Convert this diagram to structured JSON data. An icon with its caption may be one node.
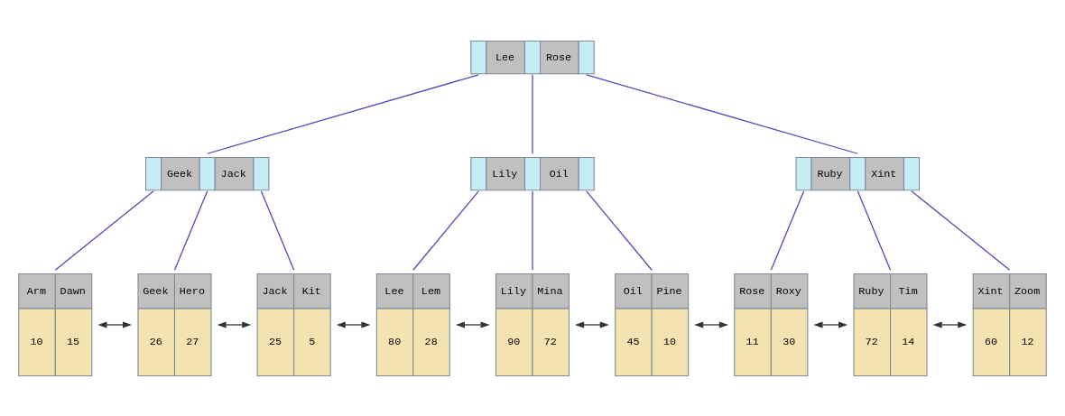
{
  "diagram": {
    "nodes": [
      {
        "text": [
          "Lee",
          "Rose"
        ]
      },
      {
        "text": [
          "Geek",
          "Jack"
        ]
      },
      {
        "text": [
          "Lily",
          "Oil"
        ]
      },
      {
        "text": [
          "Ruby",
          "Xint"
        ]
      },
      {
        "text": [
          "Arm",
          "Dawn",
          "10",
          "15"
        ]
      },
      {
        "text": [
          "Geek",
          "Hero",
          "26",
          "27"
        ]
      },
      {
        "text": [
          "Jack",
          "Kit",
          "25",
          "5"
        ]
      },
      {
        "text": [
          "Lee",
          "Lem",
          "80",
          "28"
        ]
      },
      {
        "text": [
          "Lily",
          "Mina",
          "90",
          "72"
        ]
      },
      {
        "text": [
          "Oil",
          "Pine",
          "45",
          "10"
        ]
      },
      {
        "text": [
          "Rose",
          "Roxy",
          "11",
          "30"
        ]
      },
      {
        "text": [
          "Ruby",
          "Tim",
          "72",
          "14"
        ]
      },
      {
        "text": [
          "Xint",
          "Zoom",
          "60",
          "12"
        ]
      }
    ],
    "edges": [
      {
        "from": 0,
        "to": 1,
        "arrow": "none"
      },
      {
        "from": 0,
        "to": 2,
        "arrow": "none"
      },
      {
        "from": 0,
        "to": 3,
        "arrow": "none"
      },
      {
        "from": 1,
        "to": 4,
        "arrow": "none"
      },
      {
        "from": 1,
        "to": 5,
        "arrow": "none"
      },
      {
        "from": 1,
        "to": 6,
        "arrow": "none"
      },
      {
        "from": 2,
        "to": 7,
        "arrow": "none"
      },
      {
        "from": 2,
        "to": 8,
        "arrow": "none"
      },
      {
        "from": 2,
        "to": 9,
        "arrow": "none"
      },
      {
        "from": 3,
        "to": 10,
        "arrow": "none"
      },
      {
        "from": 3,
        "to": 11,
        "arrow": "none"
      },
      {
        "from": 3,
        "to": 12,
        "arrow": "none"
      },
      {
        "from": 4,
        "to": 5,
        "arrow": "both",
        "color": "#333333"
      },
      {
        "from": 5,
        "to": 6,
        "arrow": "both",
        "color": "#333333"
      },
      {
        "from": 6,
        "to": 7,
        "arrow": "both",
        "color": "#333333"
      },
      {
        "from": 7,
        "to": 8,
        "arrow": "both",
        "color": "#333333"
      },
      {
        "from": 8,
        "to": 9,
        "arrow": "both",
        "color": "#333333"
      },
      {
        "from": 9,
        "to": 10,
        "arrow": "both",
        "color": "#333333"
      },
      {
        "from": 10,
        "to": 11,
        "arrow": "both",
        "color": "#333333"
      },
      {
        "from": 11,
        "to": 12,
        "arrow": "both",
        "color": "#333333"
      }
    ]
  }
}
